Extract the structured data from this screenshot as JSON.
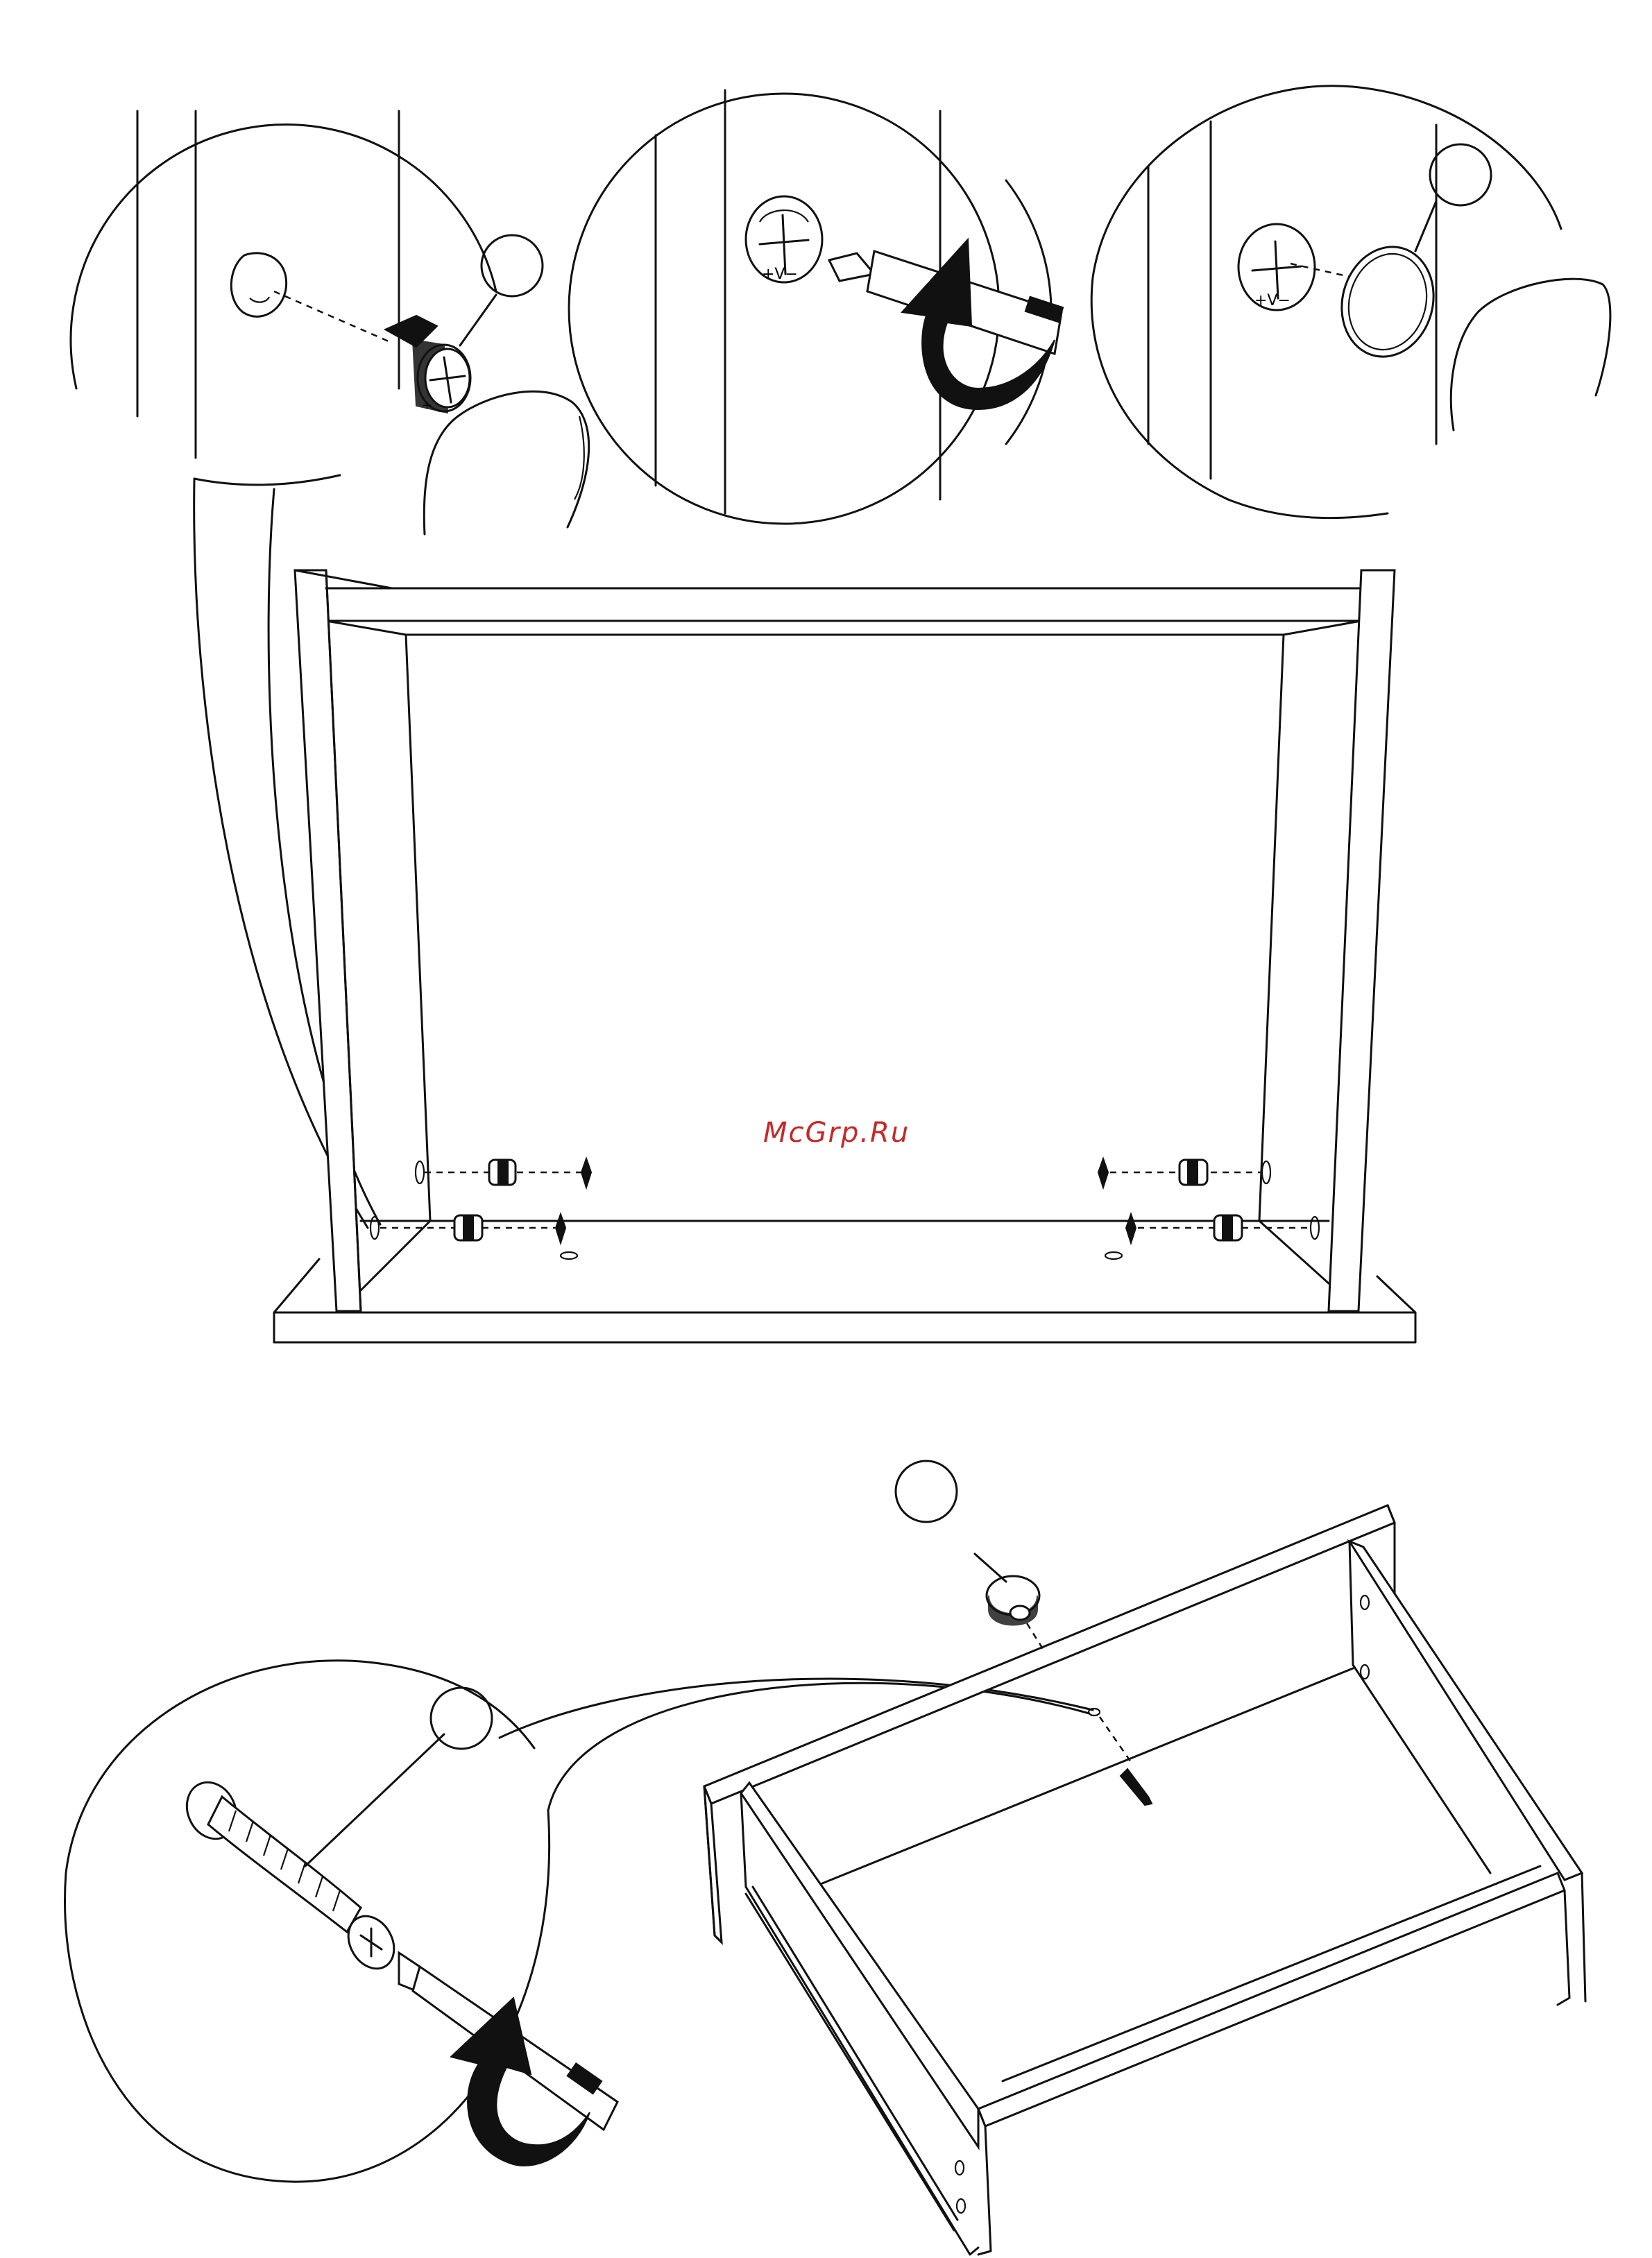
{
  "watermark": {
    "text": "McGrp.Ru",
    "color": "#c62828"
  },
  "colors": {
    "line": "#111111",
    "background": "#ffffff"
  },
  "callouts": [
    {
      "id": "detail-cam-insert",
      "icon": "cam-lock-icon"
    },
    {
      "id": "detail-cam-tighten",
      "icon": "screwdriver-icon"
    },
    {
      "id": "detail-cam-cover",
      "icon": "cover-cap-icon"
    },
    {
      "id": "detail-knob-screw",
      "icon": "screw-icon"
    }
  ],
  "assemblies": [
    {
      "id": "cabinet-frame",
      "icon": "cabinet-frame-icon"
    },
    {
      "id": "drawer-box",
      "icon": "drawer-icon"
    }
  ],
  "parts": [
    {
      "id": "cam-lock",
      "icon": "cam-lock-icon"
    },
    {
      "id": "cover-cap",
      "icon": "cover-cap-icon"
    },
    {
      "id": "knob",
      "icon": "knob-icon"
    },
    {
      "id": "screw",
      "icon": "screw-icon"
    }
  ]
}
